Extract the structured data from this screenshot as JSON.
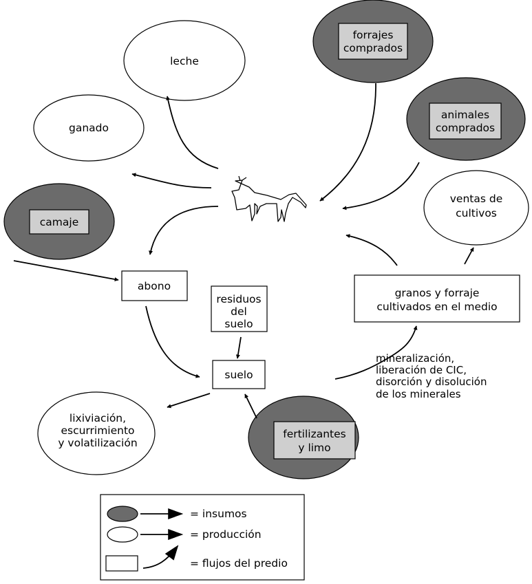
{
  "nodes": {
    "leche": "leche",
    "ganado": "ganado",
    "forrajes": [
      "forrajes",
      "comprados"
    ],
    "animales": [
      "animales",
      "comprados"
    ],
    "camaje": "camaje",
    "ventas": [
      "ventas de",
      "cultivos"
    ],
    "abono": "abono",
    "residuos": [
      "residuos",
      "del",
      "suelo"
    ],
    "suelo": "suelo",
    "granos": [
      "granos y forraje",
      "cultivados en el medio"
    ],
    "mineralizacion": [
      "mineralización,",
      "liberación de CIC,",
      "disorción y disolución",
      "de los minerales"
    ],
    "lixiviacion": [
      "lixiviación,",
      "escurrimiento",
      "y volatilización"
    ],
    "fertilizantes": [
      "fertilizantes",
      "y limo"
    ]
  },
  "legend": {
    "insumos": "=   insumos",
    "produccion": "=   producción",
    "flujos": "=   flujos del predio"
  },
  "colors": {
    "input_fill": "#6b6b6b",
    "inner_box_fill": "#cfcfcf",
    "output_fill": "#ffffff",
    "stroke": "#000000"
  },
  "icons": {
    "cow": "cow-icon"
  }
}
